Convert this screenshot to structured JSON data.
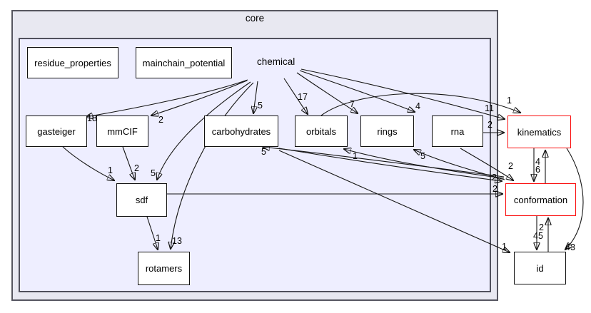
{
  "diagram": {
    "clusters": {
      "outer": "core",
      "inner": "chemical"
    },
    "current_dir": "chemical",
    "nodes": {
      "residue_properties": {
        "label": "residue_properties",
        "style": "normal"
      },
      "mainchain_potential": {
        "label": "mainchain_potential",
        "style": "normal"
      },
      "gasteiger": {
        "label": "gasteiger",
        "style": "normal"
      },
      "mmCIF": {
        "label": "mmCIF",
        "style": "normal"
      },
      "carbohydrates": {
        "label": "carbohydrates",
        "style": "normal"
      },
      "orbitals": {
        "label": "orbitals",
        "style": "normal"
      },
      "rings": {
        "label": "rings",
        "style": "normal"
      },
      "rna": {
        "label": "rna",
        "style": "normal"
      },
      "sdf": {
        "label": "sdf",
        "style": "normal"
      },
      "rotamers": {
        "label": "rotamers",
        "style": "normal"
      },
      "kinematics": {
        "label": "kinematics",
        "style": "external-red"
      },
      "conformation": {
        "label": "conformation",
        "style": "external-red"
      },
      "id": {
        "label": "id",
        "style": "external"
      }
    },
    "edges": [
      {
        "from": "chemical",
        "to": "gasteiger",
        "count": "18"
      },
      {
        "from": "chemical",
        "to": "mmCIF",
        "count": "2"
      },
      {
        "from": "chemical",
        "to": "carbohydrates",
        "count": "5"
      },
      {
        "from": "chemical",
        "to": "orbitals",
        "count": "17"
      },
      {
        "from": "chemical",
        "to": "rings",
        "count": "7"
      },
      {
        "from": "chemical",
        "to": "rna",
        "count": "4"
      },
      {
        "from": "chemical",
        "to": "kinematics",
        "count": "11"
      },
      {
        "from": "chemical",
        "to": "sdf",
        "count": "5"
      },
      {
        "from": "chemical",
        "to": "rotamers",
        "count": "13"
      },
      {
        "from": "gasteiger",
        "to": "sdf",
        "count": "1"
      },
      {
        "from": "mmCIF",
        "to": "sdf",
        "count": "2"
      },
      {
        "from": "sdf",
        "to": "rotamers",
        "count": "1"
      },
      {
        "from": "sdf",
        "to": "conformation",
        "count": "2"
      },
      {
        "from": "orbitals",
        "to": "kinematics",
        "count": "1"
      },
      {
        "from": "rna",
        "to": "kinematics",
        "count": "2"
      },
      {
        "from": "rna",
        "to": "conformation",
        "count": "2"
      },
      {
        "from": "carbohydrates",
        "to": "conformation",
        "count": "2"
      },
      {
        "from": "carbohydrates",
        "to": "id",
        "count": "1"
      },
      {
        "from": "conformation",
        "to": "carbohydrates",
        "count": "5"
      },
      {
        "from": "conformation",
        "to": "orbitals",
        "count": "1"
      },
      {
        "from": "conformation",
        "to": "rings",
        "count": "5"
      },
      {
        "from": "kinematics",
        "to": "conformation",
        "count": "4"
      },
      {
        "from": "conformation",
        "to": "kinematics",
        "count": "6"
      },
      {
        "from": "conformation",
        "to": "id",
        "count": "45"
      },
      {
        "from": "id",
        "to": "conformation",
        "count": "2"
      },
      {
        "from": "kinematics",
        "to": "id",
        "count": "43"
      }
    ],
    "colors": {
      "external_node_border": "#fa0d0d",
      "node_border": "#111111",
      "outer_cluster_fill": "#e8e8f1",
      "inner_cluster_fill": "#eeeeff",
      "edge": "#141414"
    }
  }
}
